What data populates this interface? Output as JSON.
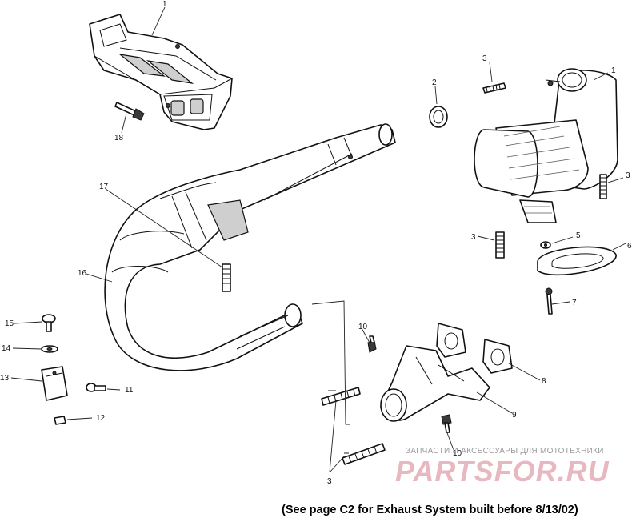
{
  "callouts": [
    "1",
    "1",
    "2",
    "3",
    "3",
    "3",
    "3",
    "5",
    "6",
    "7",
    "8",
    "9",
    "10",
    "10",
    "11",
    "12",
    "13",
    "14",
    "15",
    "16",
    "17",
    "18"
  ],
  "footnote": "(See page C2 for Exhaust System built before 8/13/02)",
  "watermark": {
    "tagline": "ЗАПЧАСТИ И АКСЕССУАРЫ ДЛЯ МОТОТЕХНИКИ",
    "brand": "PARTSFOR.RU",
    "color": "#e8b8c0"
  }
}
